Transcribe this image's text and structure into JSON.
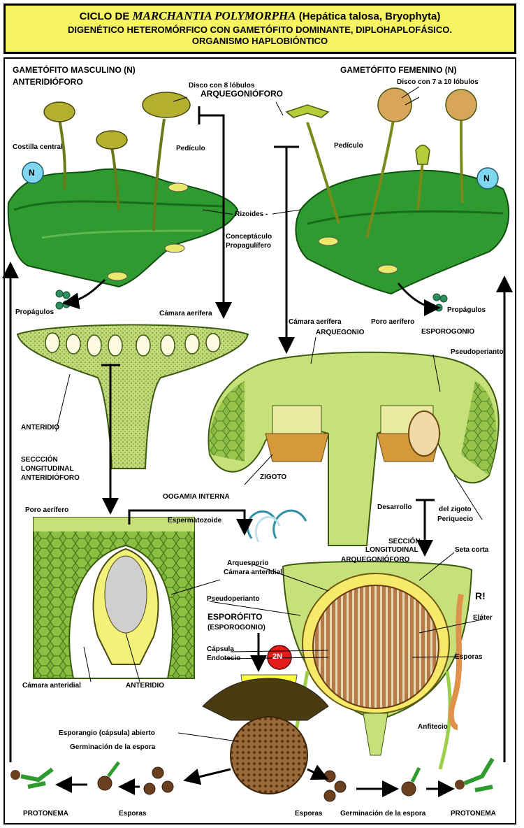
{
  "title": {
    "prefix": "CICLO DE ",
    "species": "MARCHANTIA POLYMORPHA",
    "suffix": " (Hepática talosa, Bryophyta)",
    "line2": "DIGENÉTICO HETEROMÓRFICO CON GAMETÓFITO DOMINANTE, DIPLOHAPLOFÁSICO.",
    "line3": "ORGANISMO HAPLOBIÓNTICO"
  },
  "labels": {
    "male_gametophyte": "GAMETÓFITO MASCULINO (N)",
    "female_gametophyte": "GAMETÓFITO FEMENINO (N)",
    "anteridioforo": "ANTERIDIÓFORO",
    "disc8": "Disco con 8 lóbulos",
    "arquegonioforo_top": "ARQUEGONIÓFORO",
    "disc7": "Disco con 7 a 10 lóbulos",
    "costilla": "Costilla central",
    "pediculo_left": "Pedículo",
    "pediculo_right": "Pedículo",
    "n_left": "N",
    "n_right": "N",
    "rizoides": "- Rizoides -",
    "conceptaculo1": "Conceptáculo",
    "conceptaculo2": "Propagulífero",
    "propagulos_left": "Propágulos",
    "propagulos_right": "Propágulos",
    "camara_aerifera_left": "Cámara aerífera",
    "camara_aerifera_right": "Cámara aerífera",
    "arquegonio": "ARQUEGONIO",
    "poro_aerifero_right": "Poro aerífero",
    "esporogonio": "ESPOROGONIO",
    "pseudoperianto_top": "Pseudoperianto",
    "anteridio_top": "ANTERIDIO",
    "seccion_ant1": "SECCCIÓN",
    "seccion_ant2": "LONGITUDINAL",
    "seccion_ant3": "ANTERIDIÓFORO",
    "zigoto": "ZIGOTO",
    "oogamia": "OOGAMIA INTERNA",
    "poro_aerifero_left": "Poro aerífero",
    "espermatozoide": "Espermatozoide",
    "desarrollo": "Desarrollo",
    "del_zigoto": "del zigoto",
    "periquecio": "Periquecio",
    "seccion_arq1": "SECCIÓN",
    "seccion_arq2": "LONGITUDINAL",
    "seccion_arq3": "ARQUEGONIÓFORO",
    "seta_corta": "Seta corta",
    "arquesporio": "Arquesporio",
    "camara_anteridial_top": "Cámara anteridial",
    "pseudoperianto_mid": "Pseudoperianto",
    "r_mark": "R!",
    "elater": "Eláter",
    "esporofito1": "ESPORÓFITO",
    "esporofito2": "(ESPOROGONIO)",
    "capsula": "Cápsula",
    "endotecio": "Endotecio",
    "two_n": "2N",
    "esporas_right_col": "Esporas",
    "camara_anteridial_bottom": "Cámara anteridial",
    "anteridio_bottom": "ANTERIDIO",
    "anfitecio": "Anfitecio",
    "esporangio": "Esporangio (cápsula) abierto",
    "germinacion_left": "Germinación de la espora",
    "protonema_left": "PROTONEMA",
    "esporas_left": "Esporas",
    "esporas_right": "Esporas",
    "germinacion_right": "Germinación de la espora",
    "protonema_right": "PROTONEMA"
  },
  "colors": {
    "title_bg": "#f7f562",
    "thallus_green": "#2f9a2f",
    "pale_green": "#b8d36a",
    "yellow": "#e9e96a",
    "brown": "#8a5a2b",
    "ploidy_n": "#7fd6ee",
    "ploidy_2n": "#e31b1b"
  }
}
